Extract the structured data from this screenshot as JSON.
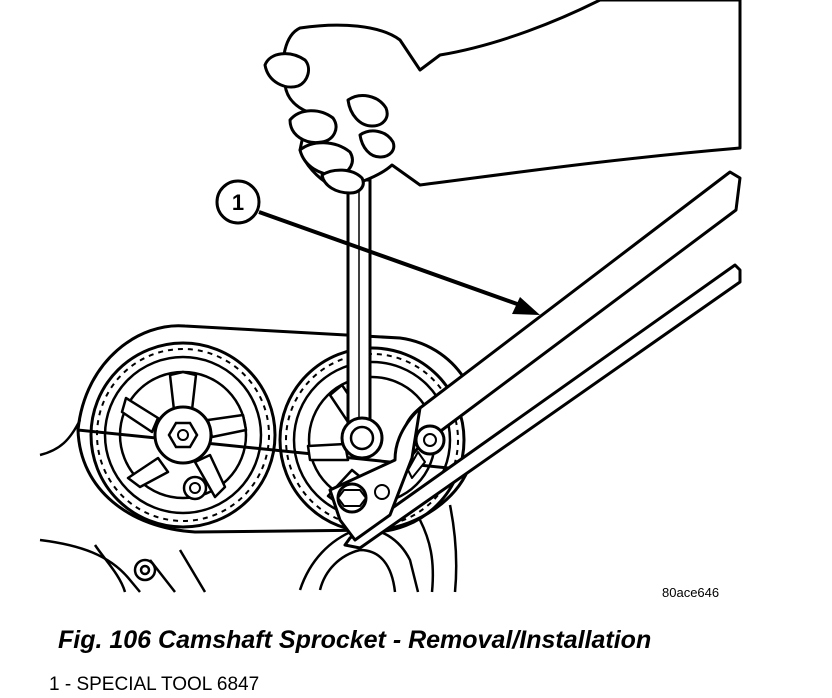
{
  "figure": {
    "callout": "1",
    "image_code": "80ace646",
    "caption": "Fig. 106 Camshaft Sprocket - Removal/Installation",
    "legend": [
      {
        "text": "1 - SPECIAL TOOL 6847"
      }
    ]
  }
}
